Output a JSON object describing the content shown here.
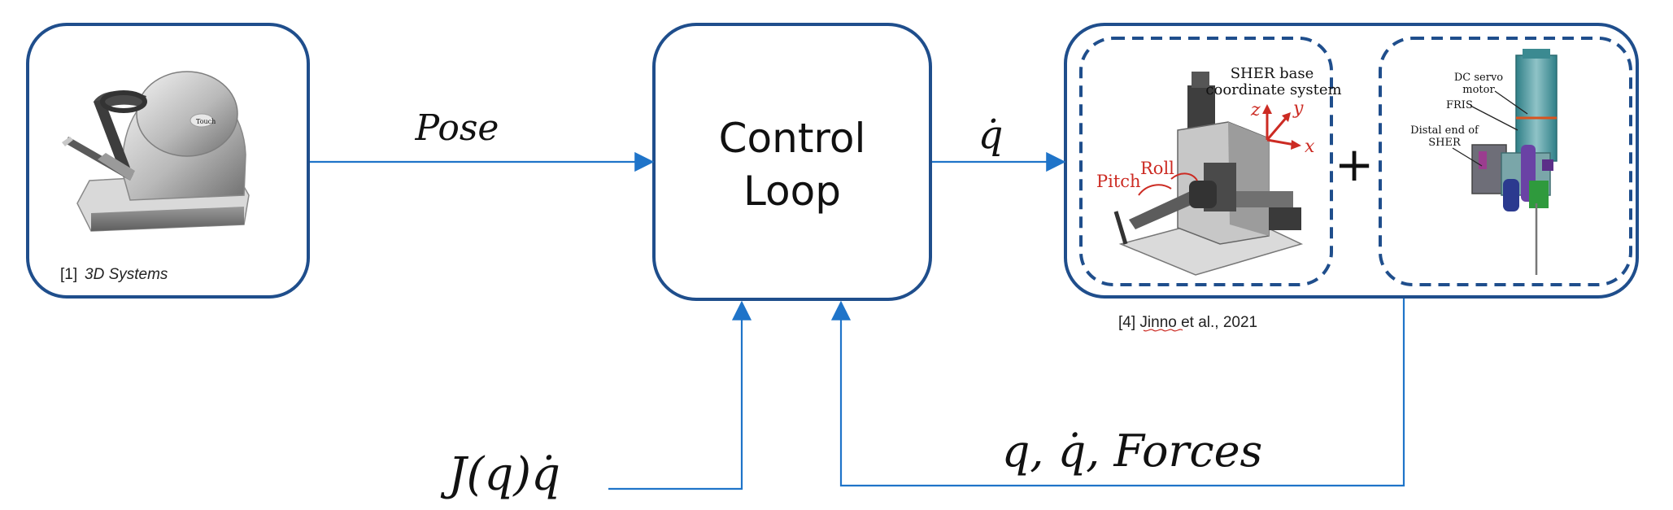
{
  "haptic_device": {
    "citation_number": "[1]",
    "citation_source": "3D Systems",
    "device_brand": "Touch"
  },
  "control_loop": {
    "line1": "Control",
    "line2": "Loop"
  },
  "edges": {
    "pose_label": "Pose",
    "qdot_label": "q̇",
    "jacobian_label": "J(q)q̇",
    "feedback_label": "q, q̇, Forces"
  },
  "robot": {
    "sher": {
      "title_line1": "SHER base",
      "title_line2": "coordinate system",
      "axis_z": "z",
      "axis_y": "y",
      "axis_x": "x",
      "pitch": "Pitch",
      "roll": "Roll"
    },
    "plus": "+",
    "fris": {
      "motor_line1": "DC servo",
      "motor_line2": "motor",
      "fris_label": "FRIS",
      "distal_line1": "Distal end of",
      "distal_line2": "SHER"
    },
    "citation": "[4] Jinno et al., 2021"
  },
  "colors": {
    "box_stroke": "#1f4e8c",
    "arrow": "#1f74c9",
    "annotation_red": "#cc2b23"
  }
}
